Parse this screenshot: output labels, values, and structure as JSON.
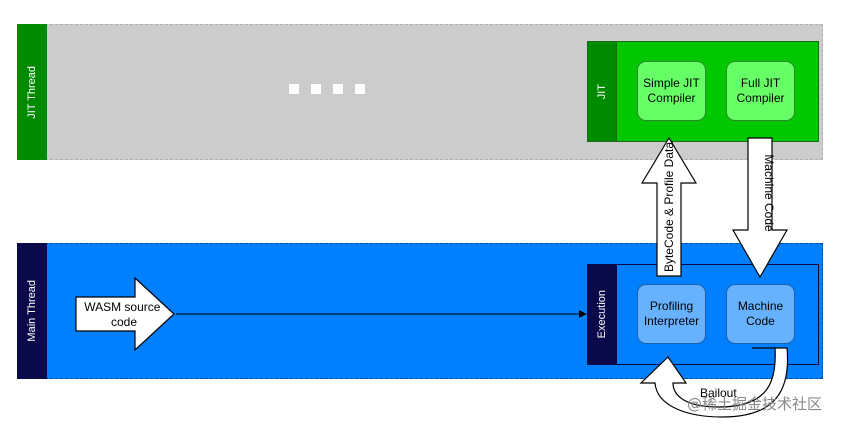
{
  "lanes": {
    "jit_thread": {
      "label": "JIT Thread",
      "fill": "#cccccc",
      "label_fill": "#008a00"
    },
    "main_thread": {
      "label": "Main Thread",
      "fill": "#007fff",
      "label_fill": "#0a0a4a"
    }
  },
  "jit_group": {
    "label": "JIT",
    "fill": "#00c700",
    "nodes": {
      "simple": "Simple JIT\nCompiler",
      "full": "Full JIT\nCompiler"
    }
  },
  "execution_group": {
    "label": "Execution",
    "nodes": {
      "profiling": "Profiling\nInterpreter",
      "machine": "Machine\nCode"
    }
  },
  "source": {
    "label": "WASM source\ncode"
  },
  "arrows": {
    "up": "ByteCode & Profile Data",
    "down": "Machine Code",
    "bailout": "Bailout"
  },
  "ellipsis_dots": 4,
  "watermark": "@稀土掘金技术社区"
}
